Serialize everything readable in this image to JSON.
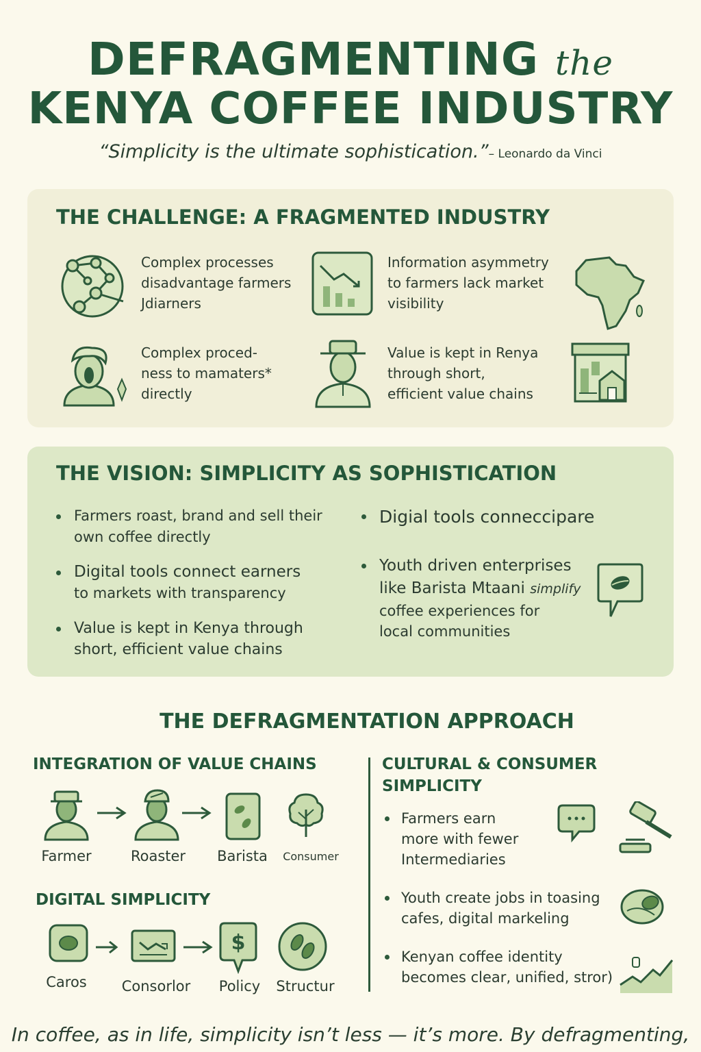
{
  "header": {
    "title_line1": "DEFRAGMENTING",
    "title_the": "the",
    "title_line2": "KENYA COFFEE INDUSTRY",
    "quote": "“Simplicity is the ultimate sophistication.”",
    "quote_author": "– Leonardo da Vinci"
  },
  "challenge": {
    "title": "THE CHALLENGE: A FRAGMENTED INDUSTRY",
    "items": [
      {
        "line1": "Complex processes",
        "line2": "disadvantage farmers",
        "line3": "Jdiarners",
        "icon": "network-icon"
      },
      {
        "line1": "Information asymmetry",
        "line2": "to farmers lack market",
        "line3": "visibility",
        "icon": "declining-chart-icon"
      },
      {
        "line1": "Complex proced-",
        "line2": "ness to mamaters*",
        "line3": "directly",
        "icon": "person-icon"
      },
      {
        "line1": "Value is kept in Renya",
        "line2": "through short,",
        "line3": "efficient value chains",
        "icon": "farmer-hat-icon"
      }
    ],
    "extra_icons": [
      "africa-map-icon",
      "market-building-icon"
    ]
  },
  "vision": {
    "title": "THE VISION: SIMPLICITY AS SOPHISTICATION",
    "left": [
      {
        "line1": "Farmers roast, brand and sell their",
        "line2": "own coffee directly"
      },
      {
        "line1": "Digital tools connect earners",
        "line2": "to markets with transparency"
      },
      {
        "line1": "Value is kept in Kenya through",
        "line2": "short, efficient value chains"
      }
    ],
    "right": [
      {
        "line1": "Digial tools conneccipare"
      },
      {
        "line1": "Youth driven enterprises",
        "line2": "like Barista Mtaani",
        "line2_em": "simplify",
        "line3": "coffee experiences for",
        "line4": "local communities"
      }
    ],
    "icon": "coffee-bean-chat-icon"
  },
  "approach": {
    "title": "THE DEFRAGMENTATION APPROACH",
    "value_chains": {
      "title": "INTEGRATION OF VALUE CHAINS",
      "steps": [
        {
          "label": "Farmer",
          "icon": "farmer-icon"
        },
        {
          "label": "Roaster",
          "icon": "roaster-icon"
        },
        {
          "label": "Barista",
          "icon": "coffee-beans-card-icon"
        },
        {
          "label": "Consumer",
          "icon": "tree-icon"
        }
      ]
    },
    "digital": {
      "title": "DIGITAL SIMPLICITY",
      "steps": [
        {
          "label": "Caros",
          "icon": "card-icon"
        },
        {
          "label": "Consorlor",
          "icon": "trend-icon"
        },
        {
          "label": "Policy",
          "icon": "dollar-chat-icon"
        },
        {
          "label": "Structur",
          "icon": "beans-circle-icon"
        }
      ]
    },
    "cultural": {
      "title_line1": "CULTURAL & CONSUMER",
      "title_line2": "SIMPLICITY",
      "bullets": [
        {
          "line1": "Farmers earn",
          "line2": "more with fewer",
          "line3": "Intermediaries"
        },
        {
          "line1": "Youth create jobs in toasing",
          "line2": "cafes, digital markeling"
        },
        {
          "line1": "Kenyan coffee identity",
          "line2": "becomes clear, unified, stror)"
        }
      ],
      "icons": [
        "chat-bubble-icon",
        "gavel-icon",
        "coffee-bean-icon",
        "growth-chart-icon"
      ]
    }
  },
  "footer": {
    "text": "In coffee, as in life, simplicity isn’t less — it’s more. By defragmenting,"
  },
  "colors": {
    "background": "#fbf9ec",
    "dark_green": "#24573a",
    "challenge_panel": "#f1efd9",
    "vision_panel": "#dde8c7",
    "icon_fill": "#c9dcae"
  }
}
